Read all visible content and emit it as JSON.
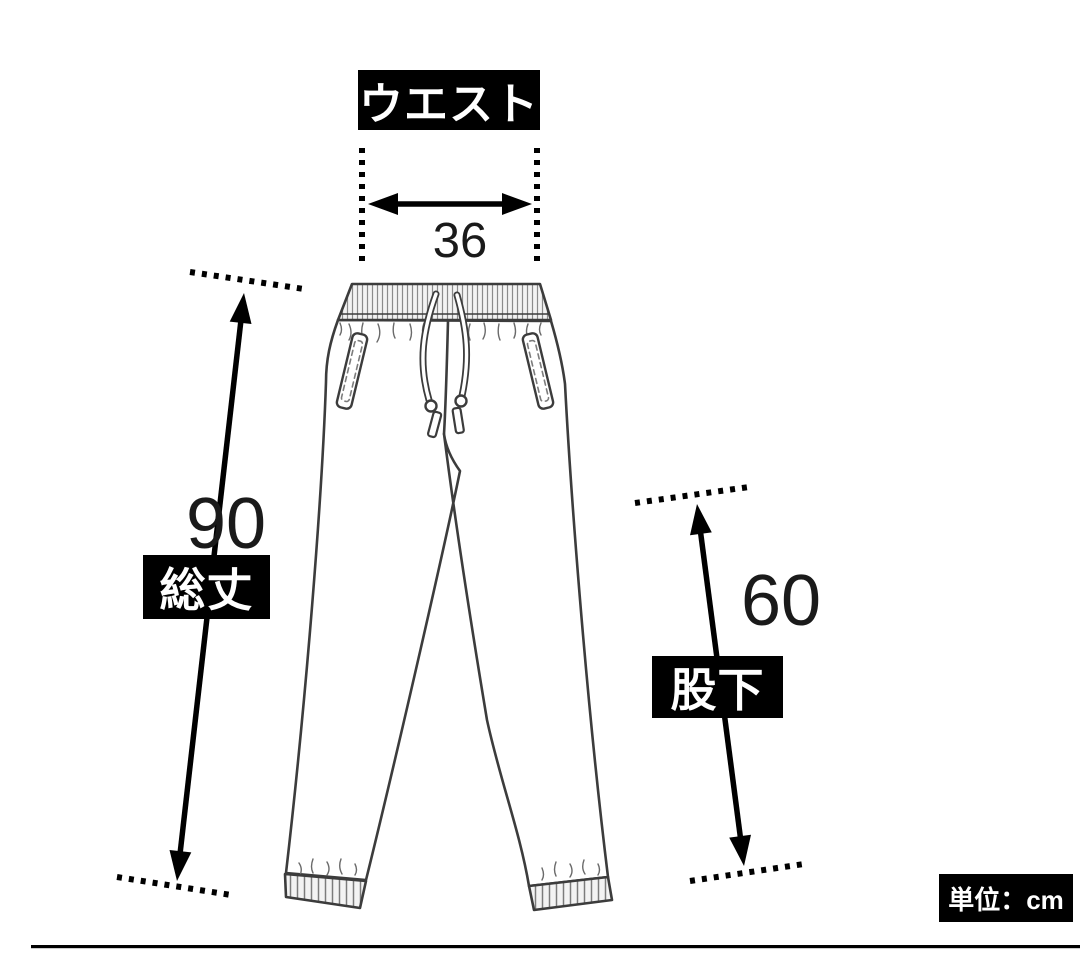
{
  "diagram": {
    "kind": "garment-size-diagram",
    "garment": "sweatpants",
    "unit": {
      "label": "単位：cm"
    },
    "measurements": [
      {
        "key": "waist",
        "label": "ウエスト",
        "value": "36"
      },
      {
        "key": "total_length",
        "label": "総丈",
        "value": "90"
      },
      {
        "key": "inseam",
        "label": "股下",
        "value": "60"
      }
    ],
    "colors": {
      "label_bg": "#000000",
      "label_text": "#ffffff",
      "sketch_outline": "#3c3c3c",
      "annotation": "#000000",
      "background": "#ffffff"
    }
  }
}
